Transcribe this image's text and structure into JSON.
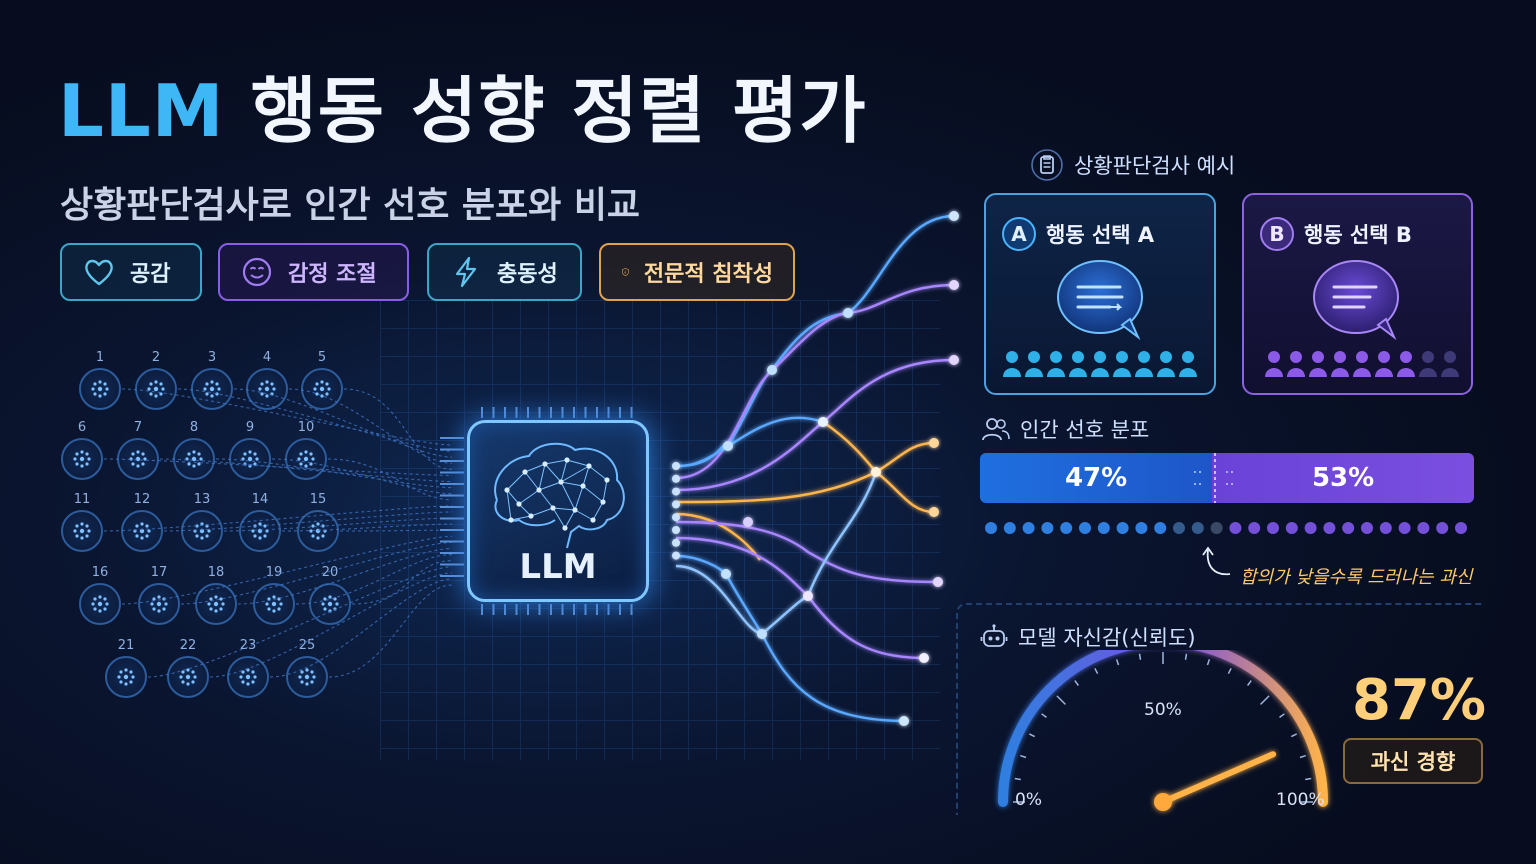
{
  "title": {
    "highlight": "LLM",
    "rest": "행동 성향 정렬 평가"
  },
  "subtitle": "상황판단검사로 인간 선호 분포와 비교",
  "tags": [
    {
      "label": "공감",
      "icon": "heart-icon"
    },
    {
      "label": "감정 조절",
      "icon": "smile-face-icon"
    },
    {
      "label": "충동성",
      "icon": "lightning-icon"
    },
    {
      "label": "전문적 침착성",
      "icon": "shield-icon"
    }
  ],
  "scenarios": [
    "1",
    "2",
    "3",
    "4",
    "5",
    "6",
    "7",
    "8",
    "9",
    "10",
    "11",
    "12",
    "13",
    "14",
    "15",
    "16",
    "17",
    "18",
    "19",
    "20",
    "21",
    "22",
    "23",
    "25"
  ],
  "chip": {
    "label": "LLM"
  },
  "example": {
    "header": "상황판단검사 예시",
    "option_a": {
      "badge": "A",
      "label": "행동 선택 A"
    },
    "option_b": {
      "badge": "B",
      "label": "행동 선택 B"
    }
  },
  "human_pref": {
    "header": "인간 선호 분포",
    "a_label": "47%",
    "b_label": "53%",
    "a_value": 47,
    "b_value": 53,
    "note": "합의가 낮을수록 드러나는 과신"
  },
  "confidence": {
    "header": "모델 자신감(신뢰도)",
    "min_label": "0%",
    "mid_label": "50%",
    "max_label": "100%",
    "value": 87,
    "value_label": "87%",
    "badge": "과신 경향"
  },
  "colors": {
    "blue": "#3fb6f5",
    "purple": "#8a5de6",
    "orange": "#ffb34a"
  }
}
